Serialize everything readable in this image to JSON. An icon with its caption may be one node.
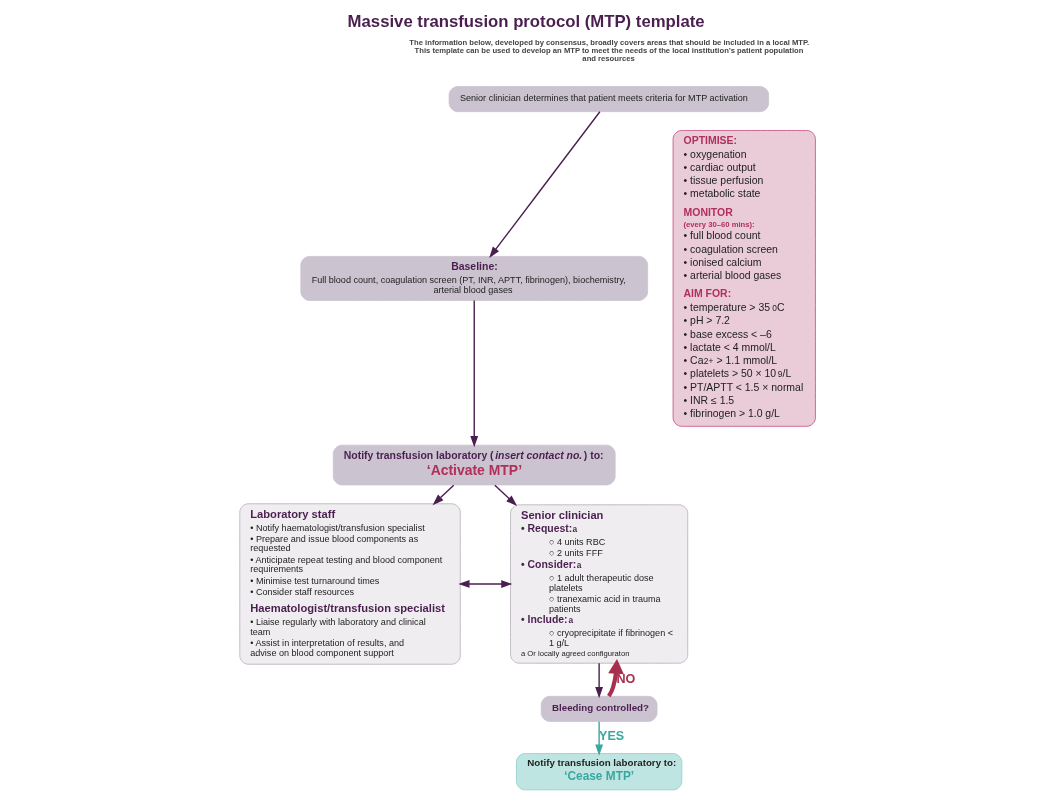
{
  "diagram": {
    "title": "Massive transfusion protocol (MTP) template",
    "nodes": [
      {
        "text": [
          "Senior clinician determines that patient meets criteria for MTP activation"
        ]
      },
      {
        "text": [
          "Baseline:",
          "Full blood count, coagulation screen (PT, INR, APTT, fibrinogen), biochemistry, arterial blood gases"
        ]
      },
      {
        "text": [
          "Notify transfusion laboratory (*insert contact no.*) to:",
          "‘Activate MTP’"
        ]
      },
      {
        "text": [
          "Laboratory staff",
          "• Notify haematologist/transfusion specialist",
          "• Prepare and issue blood components as requested",
          "• Anticipate repeat testing and blood component requirements",
          "• Minimise test turnaround times",
          "• Consider staff resources",
          "Haematologist/transfusion specialist",
          "• Liaise regularly with laboratory and clinical team",
          "• Assist in interpretation of results, and advise on blood component support"
        ]
      },
      {
        "text": [
          "Senior clinician",
          "• Request:$^{a}$",
          "○ 4 units RBC",
          "○ 2 units FFF",
          "• Consider:$^{a}$",
          "○ 1 adult therapeutic dose platelets",
          "○ tranexamic acid in trauma patients",
          "• Include:$^{a}$",
          "○ cryoprecipitate if fibrinogen < 1 g/L",
          "a Or locally agreed configuraton"
        ]
      },
      {
        "text": [
          "OPTIMISE:",
          "• oxygenation",
          "• cardiac output",
          "• tissue perfusion",
          "• metabolic state",
          "MONITOR",
          "(every 30–60 mins):",
          "• full blood count",
          "• coagulation screen",
          "• ionised calcium",
          "• arterial blood gases",
          "AIM FOR:",
          "• temperature > 35$^{0}$C",
          "• pH > 7.2",
          "• base excess < –6",
          "• lactate < 4 mmol/L",
          "• Ca$^{2+}$ > 1.1 mmol/L",
          "• platelets > 50 × 10$^{9}$/L",
          "• PT/APTT < 1.5 × normal",
          "• INR ≤ 1.5",
          "• fibrinogen > 1.0 g/L"
        ]
      },
      {
        "text": [
          "Bleeding controlled?"
        ]
      },
      {
        "text": [
          "Notify transfusion laboratory to:",
          "‘Cease MTP’"
        ]
      }
    ],
    "edges": [
      {
        "from": 0,
        "to": 1,
        "arrow": "to"
      },
      {
        "from": 1,
        "to": 2,
        "arrow": "to"
      },
      {
        "from": 2,
        "to": 3,
        "arrow": "to"
      },
      {
        "from": 2,
        "to": 4,
        "arrow": "to"
      },
      {
        "from": 3,
        "to": 4,
        "arrow": "both"
      },
      {
        "from": 4,
        "to": 6,
        "arrow": "to"
      },
      {
        "from": 6,
        "to": 7,
        "arrow": "to",
        "label": "YES",
        "color": "#3aa6a0"
      },
      {
        "from": 6,
        "to": 4,
        "arrow": "to",
        "label": "NO",
        "style": "thick",
        "color": "#a8304e"
      }
    ],
    "labels": [
      "The information below, developed by consensus, broadly covers areas that should be included in a local MTP. This template can be used to develop an MTP to meet the needs of the local institution’s patient population and resources"
    ]
  }
}
